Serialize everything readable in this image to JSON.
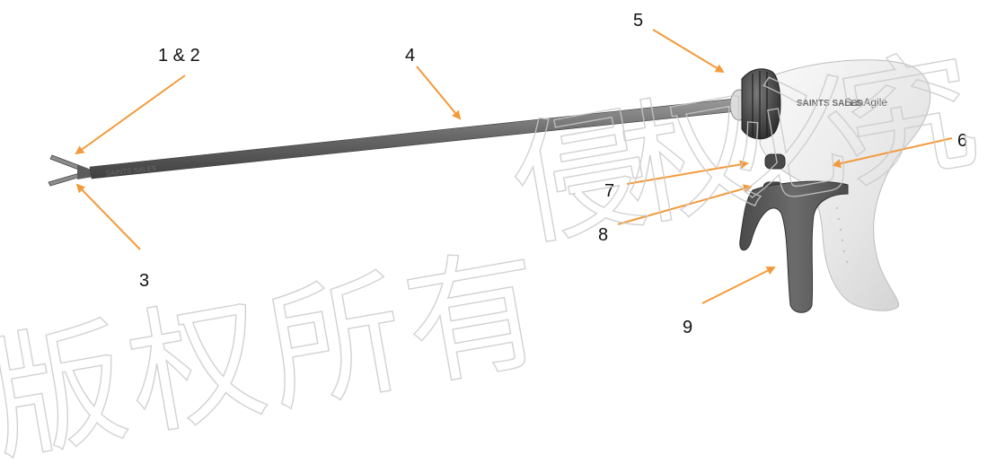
{
  "labels": [
    {
      "id": "1-2",
      "text": "1 & 2"
    },
    {
      "id": "3",
      "text": "3"
    },
    {
      "id": "4",
      "text": "4"
    },
    {
      "id": "5",
      "text": "5"
    },
    {
      "id": "6",
      "text": "6"
    },
    {
      "id": "7",
      "text": "7"
    },
    {
      "id": "8",
      "text": "8"
    },
    {
      "id": "9",
      "text": "9"
    }
  ],
  "instrument": {
    "brand_logo": "SAINTS SALES",
    "brand_name": "SanAgile",
    "shaft_marking": "SAINTS SALES"
  },
  "watermark": {
    "left": "版权所有",
    "right": "侵权必究"
  },
  "colors": {
    "arrow": "#F39A3A",
    "shaft": "#6f6f6f",
    "knob": "#4a4a4a",
    "handle_body": "#ececec",
    "trigger": "#5b5b5b",
    "watermark": "#c9c9c9"
  }
}
